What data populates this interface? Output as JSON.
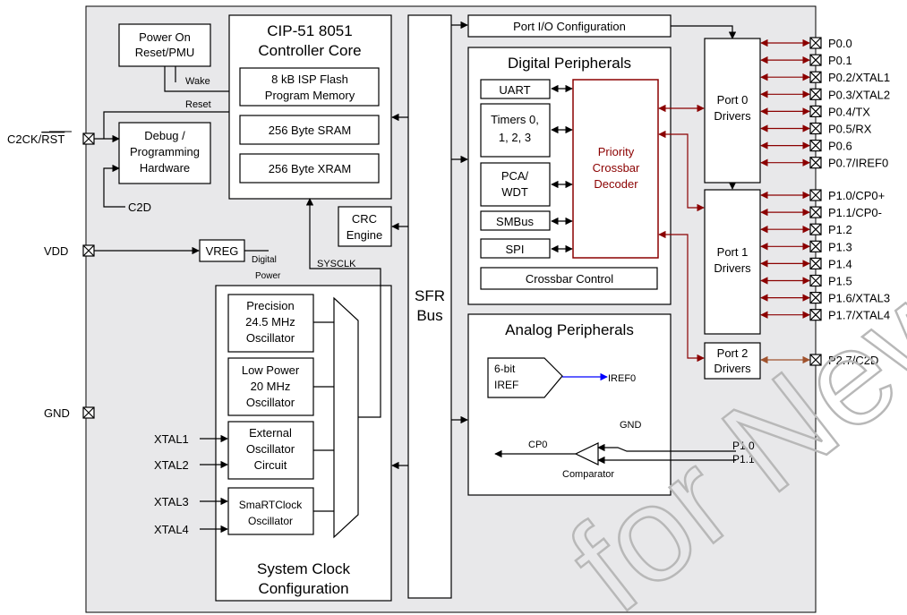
{
  "blocks": {
    "por": [
      "Power On",
      "Reset/PMU"
    ],
    "debug": [
      "Debug /",
      "Programming",
      "Hardware"
    ],
    "core": [
      "CIP-51 8051",
      "Controller Core"
    ],
    "flash": [
      "8 kB ISP Flash",
      "Program Memory"
    ],
    "sram": "256 Byte SRAM",
    "xram": "256 Byte XRAM",
    "crc": [
      "CRC",
      "Engine"
    ],
    "vreg": "VREG",
    "precision_osc": [
      "Precision",
      "24.5 MHz",
      "Oscillator"
    ],
    "low_power_osc": [
      "Low Power",
      "20 MHz",
      "Oscillator"
    ],
    "external_osc": [
      "External",
      "Oscillator",
      "Circuit"
    ],
    "smartclock": [
      "SmaRTClock",
      "Oscillator"
    ],
    "clock_config": [
      "System Clock",
      "Configuration"
    ],
    "sfr": [
      "SFR",
      "Bus"
    ],
    "port_io_config": "Port I/O Configuration",
    "digital": "Digital Peripherals",
    "uart": "UART",
    "timers": [
      "Timers 0,",
      "1, 2, 3"
    ],
    "pca": [
      "PCA/",
      "WDT"
    ],
    "smbus": "SMBus",
    "spi": "SPI",
    "crossbar": [
      "Priority",
      "Crossbar",
      "Decoder"
    ],
    "crossbar_control": "Crossbar Control",
    "analog": "Analog Peripherals",
    "iref": [
      "6-bit",
      "IREF"
    ],
    "port0": [
      "Port 0",
      "Drivers"
    ],
    "port1": [
      "Port 1",
      "Drivers"
    ],
    "port2": [
      "Port 2",
      "Drivers"
    ]
  },
  "labels": {
    "wake": "Wake",
    "reset": "Reset",
    "c2d": "C2D",
    "digital_power": [
      "Digital",
      "Power"
    ],
    "sysclk": "SYSCLK",
    "iref0": "IREF0",
    "gnd": "GND",
    "cp0": "CP0",
    "comparator": "Comparator",
    "analog_p10": "P1.0",
    "analog_p11": "P1.1"
  },
  "pins": {
    "c2ck": "C2CK/RST",
    "vdd": "VDD",
    "gnd": "GND",
    "xtal1": "XTAL1",
    "xtal2": "XTAL2",
    "xtal3": "XTAL3",
    "xtal4": "XTAL4"
  },
  "colors": {
    "crossbar": "#8b0000",
    "port2_line": "#a0522d",
    "iref_line": "#0000ff",
    "chip_fill": "#e8e8ea"
  },
  "port_pins": {
    "port0": [
      "P0.0",
      "P0.1",
      "P0.2/XTAL1",
      "P0.3/XTAL2",
      "P0.4/TX",
      "P0.5/RX",
      "P0.6",
      "P0.7/IREF0"
    ],
    "port1": [
      "P1.0/CP0+",
      "P1.1/CP0-",
      "P1.2",
      "P1.3",
      "P1.4",
      "P1.5",
      "P1.6/XTAL3",
      "P1.7/XTAL4"
    ],
    "port2": [
      "P2.7/C2D"
    ]
  }
}
